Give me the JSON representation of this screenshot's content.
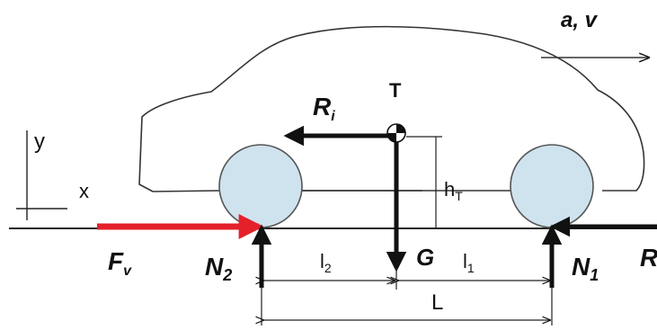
{
  "motion": {
    "label": "a,  v"
  },
  "center_of_mass": {
    "label": "T"
  },
  "inertial_force": {
    "base": "R",
    "sub": "i"
  },
  "axes": {
    "y": "y",
    "x": "x"
  },
  "height": {
    "base": "h",
    "sub": "T"
  },
  "drive_force": {
    "base": "F",
    "sub": "v"
  },
  "weight": {
    "label": "G"
  },
  "rear_reaction": {
    "base": "N",
    "sub": "2"
  },
  "front_reaction": {
    "base": "N",
    "sub": "1"
  },
  "rear_distance": {
    "base": "l",
    "sub": "2"
  },
  "front_distance": {
    "base": "l",
    "sub": "1"
  },
  "wheelbase": {
    "label": "L"
  },
  "front_resistance": {
    "label": "R"
  },
  "colors": {
    "wheel_fill": "#cfe3ee",
    "drive_force": "#e4202a",
    "lines": "#111111"
  }
}
